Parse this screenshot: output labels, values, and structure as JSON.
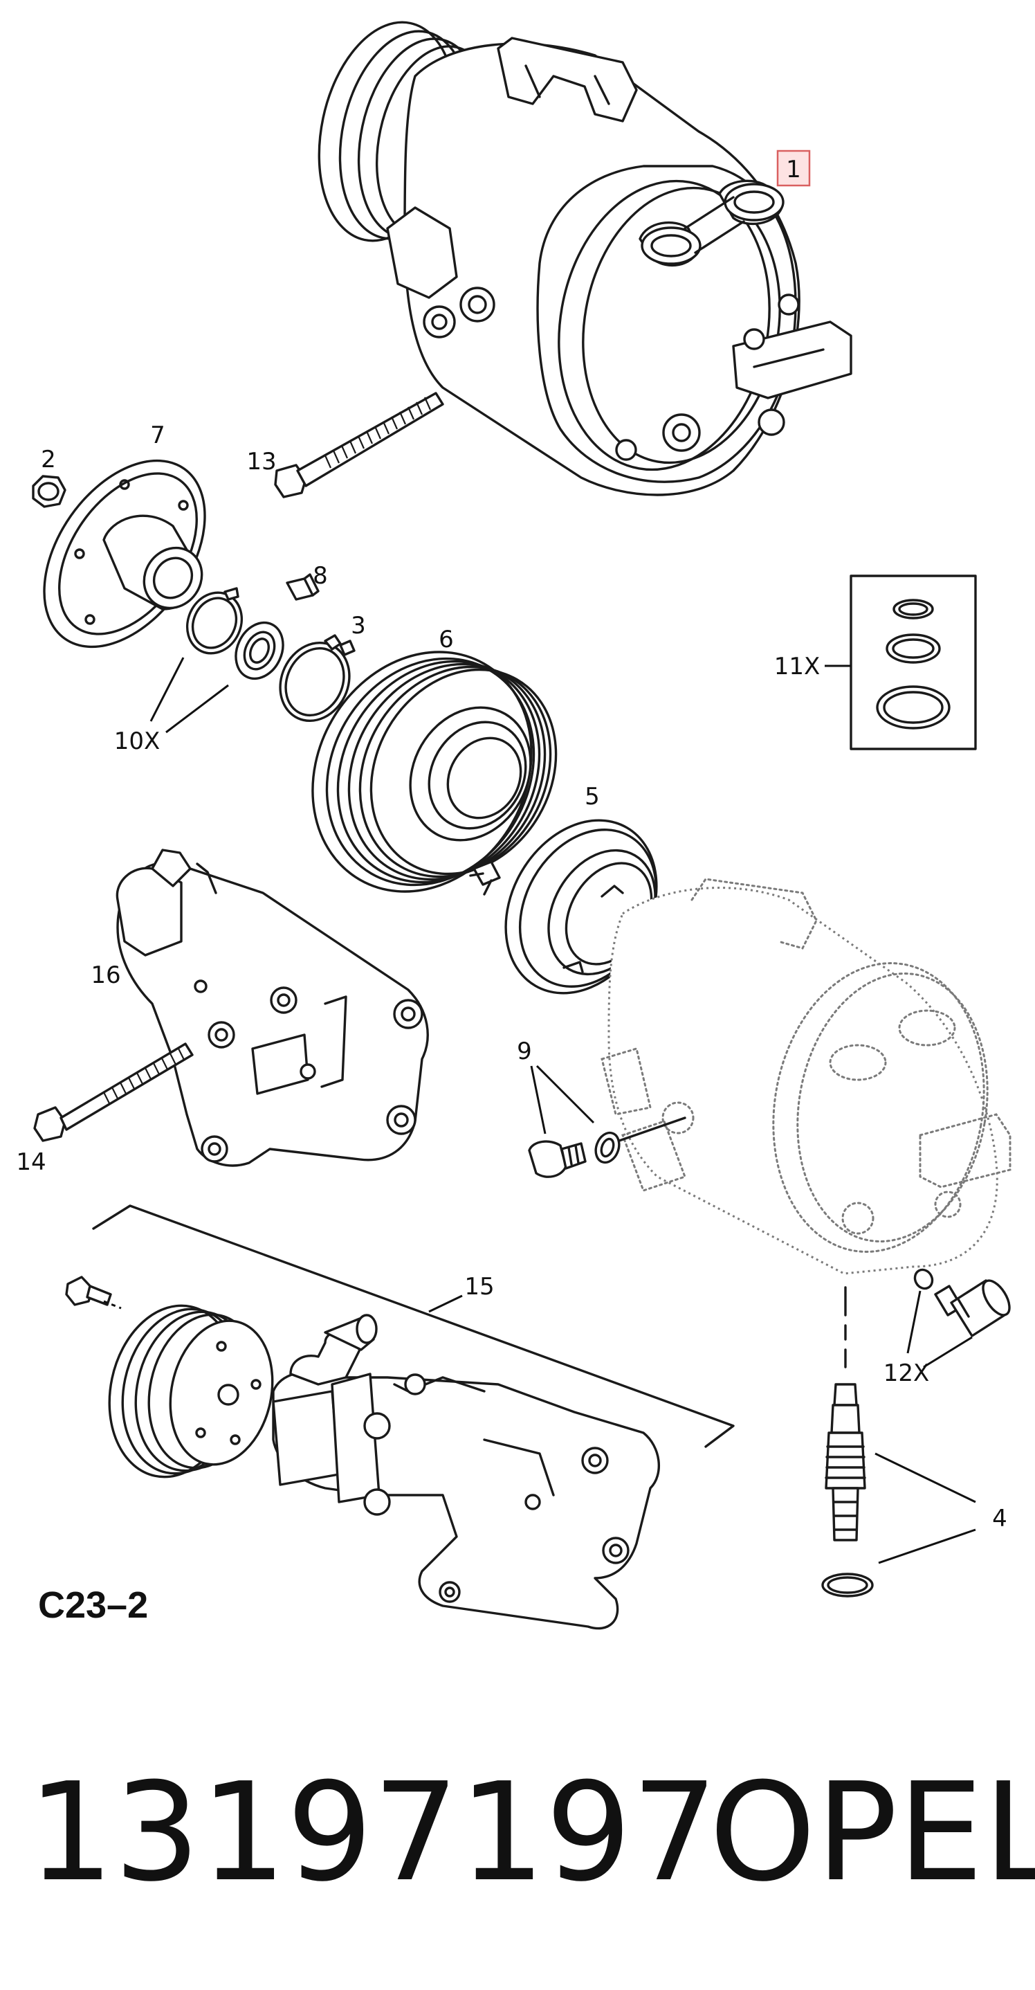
{
  "diagram": {
    "code": "C23–2",
    "callouts": {
      "c1": "1",
      "c2": "2",
      "c3": "3",
      "c4": "4",
      "c5": "5",
      "c6": "6",
      "c7": "7",
      "c8": "8",
      "c9": "9",
      "c10": "10X",
      "c11": "11X",
      "c12": "12X",
      "c13": "13",
      "c14": "14",
      "c15": "15",
      "c16": "16"
    }
  },
  "footer": {
    "part_number": "13197197",
    "brand": "OPEL"
  },
  "colors": {
    "ink": "#1a1a1a",
    "highlight_fill": "#fde3e3",
    "highlight_border": "#d96060"
  }
}
